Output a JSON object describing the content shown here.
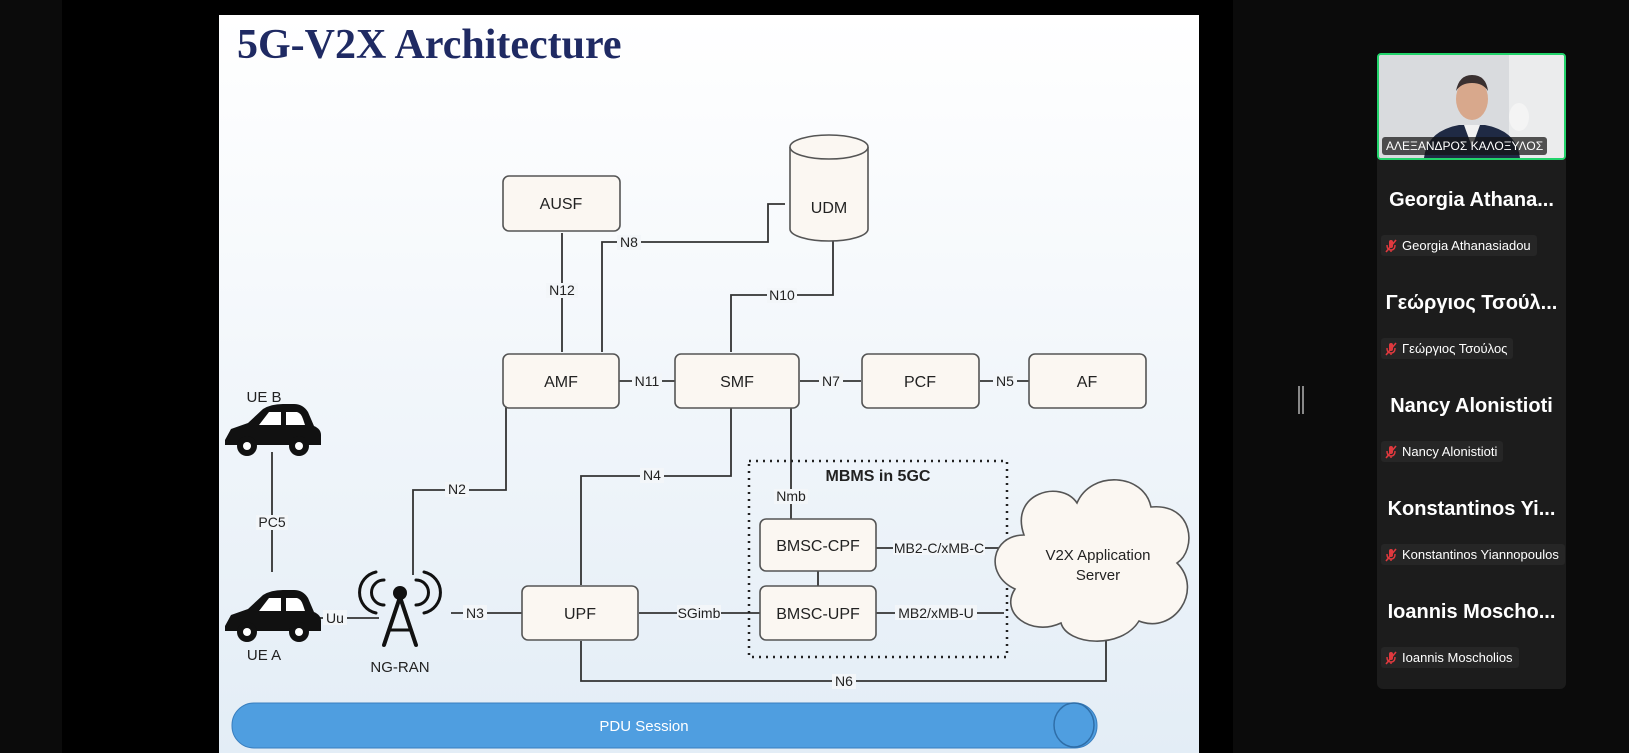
{
  "slide": {
    "title": "5G-V2X Architecture",
    "nodes": {
      "ausf": "AUSF",
      "udm": "UDM",
      "amf": "AMF",
      "smf": "SMF",
      "pcf": "PCF",
      "af": "AF",
      "upf": "UPF",
      "bmsc_cpf": "BMSC-CPF",
      "bmsc_upf": "BMSC-UPF",
      "v2x_server_line1": "V2X Application",
      "v2x_server_line2": "Server",
      "ng_ran": "NG-RAN",
      "ue_a": "UE A",
      "ue_b": "UE B",
      "mbms_group": "MBMS in 5GC",
      "pdu_session": "PDU Session"
    },
    "interfaces": {
      "n8": "N8",
      "n12": "N12",
      "n10": "N10",
      "n11": "N11",
      "n7": "N7",
      "n5": "N5",
      "n2": "N2",
      "n4": "N4",
      "nmb": "Nmb",
      "pc5": "PC5",
      "uu": "Uu",
      "n3": "N3",
      "sgimb": "SGimb",
      "mb2c": "MB2-C/xMB-C",
      "mb2u": "MB2/xMB-U",
      "n6": "N6"
    }
  },
  "participants": {
    "active_video": {
      "name": "ΑΛΕΞΑΝΔΡΟΣ ΚΑΛΟΞΥΛΟΣ"
    },
    "list": [
      {
        "display": "Georgia Athana...",
        "label": "Georgia Athanasiadou",
        "muted": true
      },
      {
        "display": "Γεώργιος Τσούλ...",
        "label": "Γεώργιος Τσούλος",
        "muted": true
      },
      {
        "display": "Nancy Alonistioti",
        "label": "Nancy Alonistioti",
        "muted": true
      },
      {
        "display": "Konstantinos Yi...",
        "label": "Konstantinos Yiannopoulos",
        "muted": true
      },
      {
        "display": "Ioannis Moscho...",
        "label": "Ioannis Moscholios",
        "muted": true
      }
    ]
  },
  "colors": {
    "slide_title": "#1f2a63",
    "pdu_bar": "#4f9ee0",
    "speaker_border": "#22d36b",
    "muted_mic": "#e0393e"
  }
}
